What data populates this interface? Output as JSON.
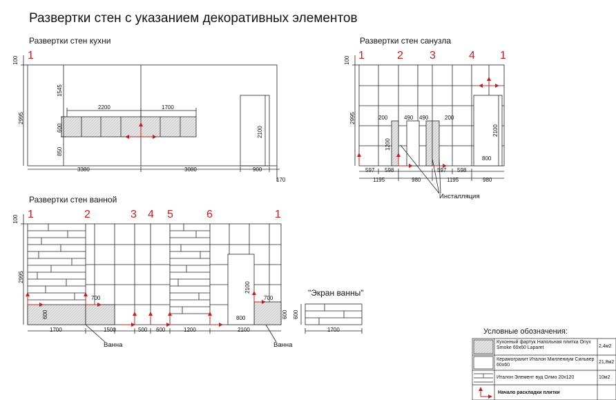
{
  "title": "Развертки стен с указанием декоративных элементов",
  "kitchen": {
    "subtitle": "Развертки стен кухни",
    "wall_numbers": [
      "1"
    ],
    "dims": {
      "top": "100",
      "height": "2995",
      "upper": "1545",
      "backsplash_h": "600",
      "lower": "850",
      "backsplash_w1": "2200",
      "backsplash_w2": "1700",
      "door_h": "2100",
      "w1": "3380",
      "w2": "3080",
      "w3": "900",
      "w4": "170"
    }
  },
  "bathroom_wc": {
    "subtitle": "Развертки стен санузла",
    "wall_numbers": [
      "1",
      "2",
      "3",
      "4",
      "1"
    ],
    "dims": {
      "top": "100",
      "height": "2995",
      "d200a": "200",
      "d490a": "490",
      "d490b": "490",
      "d200b": "200",
      "d1200": "1200",
      "door_h": "2100",
      "door_w": "800",
      "b597a": "597",
      "b598a": "598",
      "b597b": "597",
      "b598b": "598",
      "t1195a": "1195",
      "t980a": "980",
      "t1195b": "1195",
      "t980b": "980"
    },
    "label_installation": "Инсталляция"
  },
  "bathroom": {
    "subtitle": "Развертки стен ванной",
    "wall_numbers": [
      "1",
      "2",
      "3",
      "4",
      "5",
      "6",
      "1"
    ],
    "dims": {
      "top": "100",
      "height": "2995",
      "d700a": "700",
      "d600a": "600",
      "door_h": "2100",
      "door_w": "800",
      "d700b": "700",
      "d600b": "600",
      "b1700": "1700",
      "b1500": "1500",
      "b500": "500",
      "b600": "600",
      "b1200": "1200",
      "b2100": "2100"
    },
    "label_bath_left": "Ванна",
    "label_bath_right": "Ванна"
  },
  "screen": {
    "title": "\"Экран ванны\"",
    "height": "600",
    "width": "1700"
  },
  "legend": {
    "title": "Условные обозначения:",
    "items": [
      {
        "text": "Кухонный фартук Напольная плитка Onyx Smoke 60х60 Laparet",
        "area": "2,4м2"
      },
      {
        "text": "Керамогранит Италон Миллениум Сильвер 60х60",
        "area": "21,8м2"
      },
      {
        "text": "Италон Элемент вуд Олмо 20х120",
        "area": "10м2"
      },
      {
        "text": "Начало раскладки плитки",
        "area": ""
      }
    ]
  },
  "colors": {
    "accent": "#c0201f",
    "hatch": "#d9d9d9",
    "line": "#222222"
  }
}
